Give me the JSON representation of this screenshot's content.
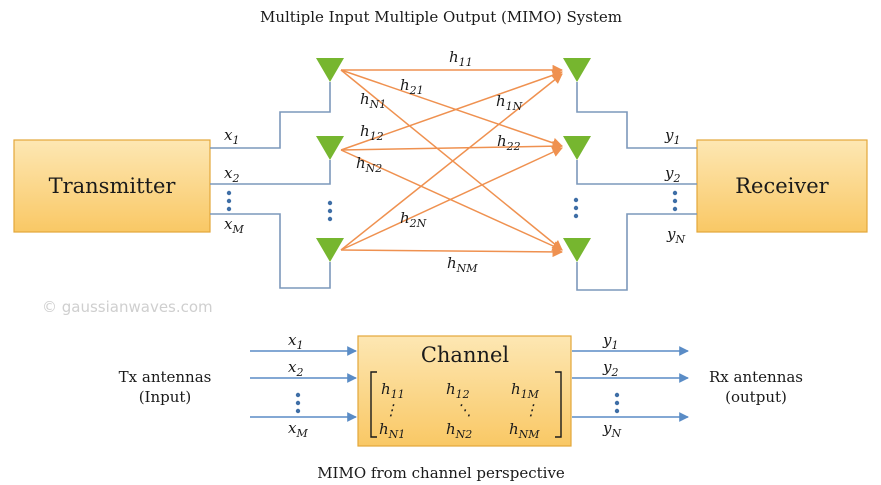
{
  "title": "Multiple Input Multiple Output (MIMO) System",
  "caption": "MIMO from channel perspective",
  "watermark": "© gaussianwaves.com",
  "colors": {
    "box_fill_top": "#fde7b3",
    "box_fill_bottom": "#f9c865",
    "box_stroke": "#e3a73a",
    "antenna": "#76b62f",
    "path": "#ef9150",
    "wire": "#7c98bb",
    "arrow": "#5a8cc6",
    "dots": "#3e6ea6"
  },
  "blocks": {
    "transmitter": "Transmitter",
    "receiver": "Receiver",
    "channel": "Channel"
  },
  "inputs": [
    {
      "base": "x",
      "sub": "1"
    },
    {
      "base": "x",
      "sub": "2"
    },
    {
      "base": "x",
      "sub": "M"
    }
  ],
  "outputs": [
    {
      "base": "y",
      "sub": "1"
    },
    {
      "base": "y",
      "sub": "2"
    },
    {
      "base": "y",
      "sub": "N"
    }
  ],
  "paths": [
    {
      "base": "h",
      "sub": "11"
    },
    {
      "base": "h",
      "sub": "21"
    },
    {
      "base": "h",
      "sub": "N1"
    },
    {
      "base": "h",
      "sub": "1N"
    },
    {
      "base": "h",
      "sub": "12"
    },
    {
      "base": "h",
      "sub": "22"
    },
    {
      "base": "h",
      "sub": "N2"
    },
    {
      "base": "h",
      "sub": "2N"
    },
    {
      "base": "h",
      "sub": "NM"
    }
  ],
  "matrix": [
    [
      {
        "base": "h",
        "sub": "11"
      },
      {
        "base": "h",
        "sub": "12"
      },
      {
        "base": "h",
        "sub": "1M"
      }
    ],
    [
      "⋮",
      "⋱",
      "⋮"
    ],
    [
      {
        "base": "h",
        "sub": "N1"
      },
      {
        "base": "h",
        "sub": "N2"
      },
      {
        "base": "h",
        "sub": "NM"
      }
    ]
  ],
  "tx_label": [
    "Tx antennas",
    "(Input)"
  ],
  "rx_label": [
    "Rx antennas",
    "(output)"
  ]
}
